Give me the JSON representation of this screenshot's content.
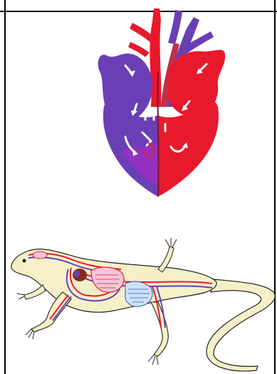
{
  "figure": {
    "panels": [
      {
        "id": "heart",
        "subject": "reptile-heart"
      },
      {
        "id": "lizard",
        "subject": "lizard-circulatory-system"
      }
    ],
    "colors": {
      "oxygenated": "#e8192c",
      "deoxygenated": "#6a3fb5",
      "mixed": "#9b2fc0",
      "lizard_body": "#f6f0c8",
      "outline": "#222222"
    }
  }
}
